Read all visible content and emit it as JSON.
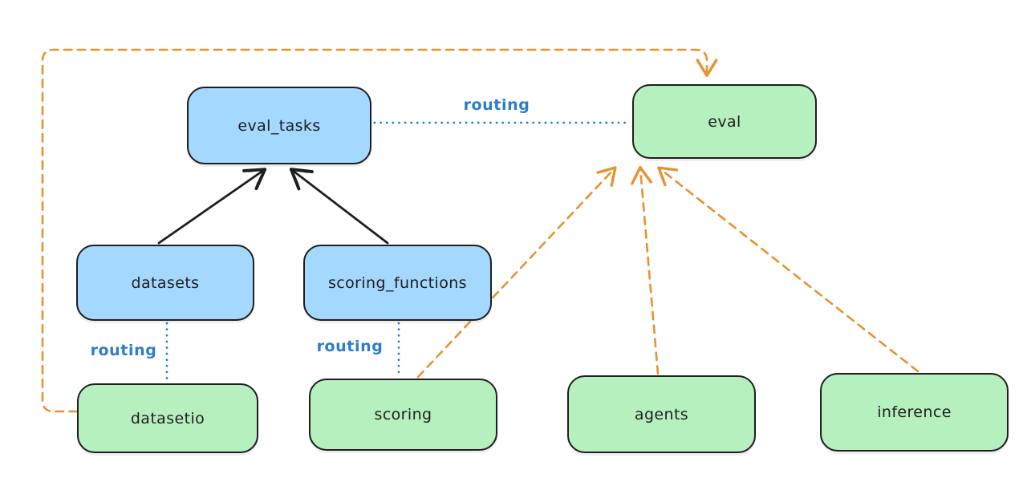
{
  "diagram": {
    "type": "architecture-routing-diagram",
    "nodes": {
      "eval_tasks": {
        "label": "eval_tasks",
        "kind": "resource",
        "fill": "#a5d8ff"
      },
      "eval": {
        "label": "eval",
        "kind": "api",
        "fill": "#b7f0bf"
      },
      "datasets": {
        "label": "datasets",
        "kind": "resource",
        "fill": "#a5d8ff"
      },
      "scoring_functions": {
        "label": "scoring_functions",
        "kind": "resource",
        "fill": "#a5d8ff"
      },
      "datasetio": {
        "label": "datasetio",
        "kind": "api",
        "fill": "#b7f0bf"
      },
      "scoring": {
        "label": "scoring",
        "kind": "api",
        "fill": "#b7f0bf"
      },
      "agents": {
        "label": "agents",
        "kind": "api",
        "fill": "#b7f0bf"
      },
      "inference": {
        "label": "inference",
        "kind": "api",
        "fill": "#b7f0bf"
      }
    },
    "edges": [
      {
        "from": "datasets",
        "to": "eval_tasks",
        "style": "solid-arrow",
        "color": "#1e1e1e",
        "label": ""
      },
      {
        "from": "scoring_functions",
        "to": "eval_tasks",
        "style": "solid-arrow",
        "color": "#1e1e1e",
        "label": ""
      },
      {
        "from": "eval_tasks",
        "to": "eval",
        "style": "dotted-line",
        "color": "#2e7ccd",
        "label": "routing"
      },
      {
        "from": "datasets",
        "to": "datasetio",
        "style": "dotted-line",
        "color": "#2e7ccd",
        "label": "routing"
      },
      {
        "from": "scoring_functions",
        "to": "scoring",
        "style": "dotted-line",
        "color": "#2e7ccd",
        "label": "routing"
      },
      {
        "from": "datasetio",
        "to": "eval",
        "style": "dashed-arrow",
        "color": "#e8922f",
        "label": ""
      },
      {
        "from": "scoring",
        "to": "eval",
        "style": "dashed-arrow",
        "color": "#e8922f",
        "label": ""
      },
      {
        "from": "agents",
        "to": "eval",
        "style": "dashed-arrow",
        "color": "#e8922f",
        "label": ""
      },
      {
        "from": "inference",
        "to": "eval",
        "style": "dashed-arrow",
        "color": "#e8922f",
        "label": ""
      }
    ],
    "labels": {
      "routing_top": "routing",
      "routing_left": "routing",
      "routing_middle": "routing"
    }
  },
  "colors": {
    "bg": "#ffffff",
    "ink": "#1e1e1e",
    "blue_fill": "#a5d8ff",
    "green_fill": "#b7f0bf",
    "orange": "#e8922f",
    "blue": "#2e7ccd"
  }
}
